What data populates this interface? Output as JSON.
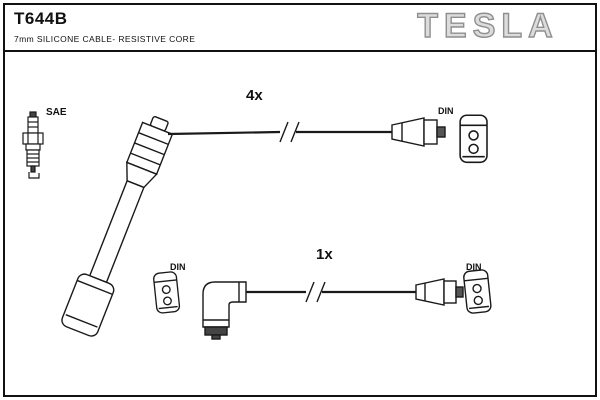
{
  "header": {
    "part_number": "T644B",
    "subtitle": "7mm SILICONE CABLE- RESISTIVE CORE",
    "brand": "TESLA"
  },
  "diagram": {
    "sae_label": "SAE",
    "qty_top": "4x",
    "qty_bottom": "1x",
    "din_label_top": "DIN",
    "din_label_bottom_left": "DIN",
    "din_label_bottom_right": "DIN"
  },
  "colors": {
    "outline": "#1a1a1a",
    "brand_fill": "#dcdcdc",
    "brand_stroke": "#8f8f8f",
    "terminal_fill": "#555555",
    "background": "#ffffff"
  }
}
